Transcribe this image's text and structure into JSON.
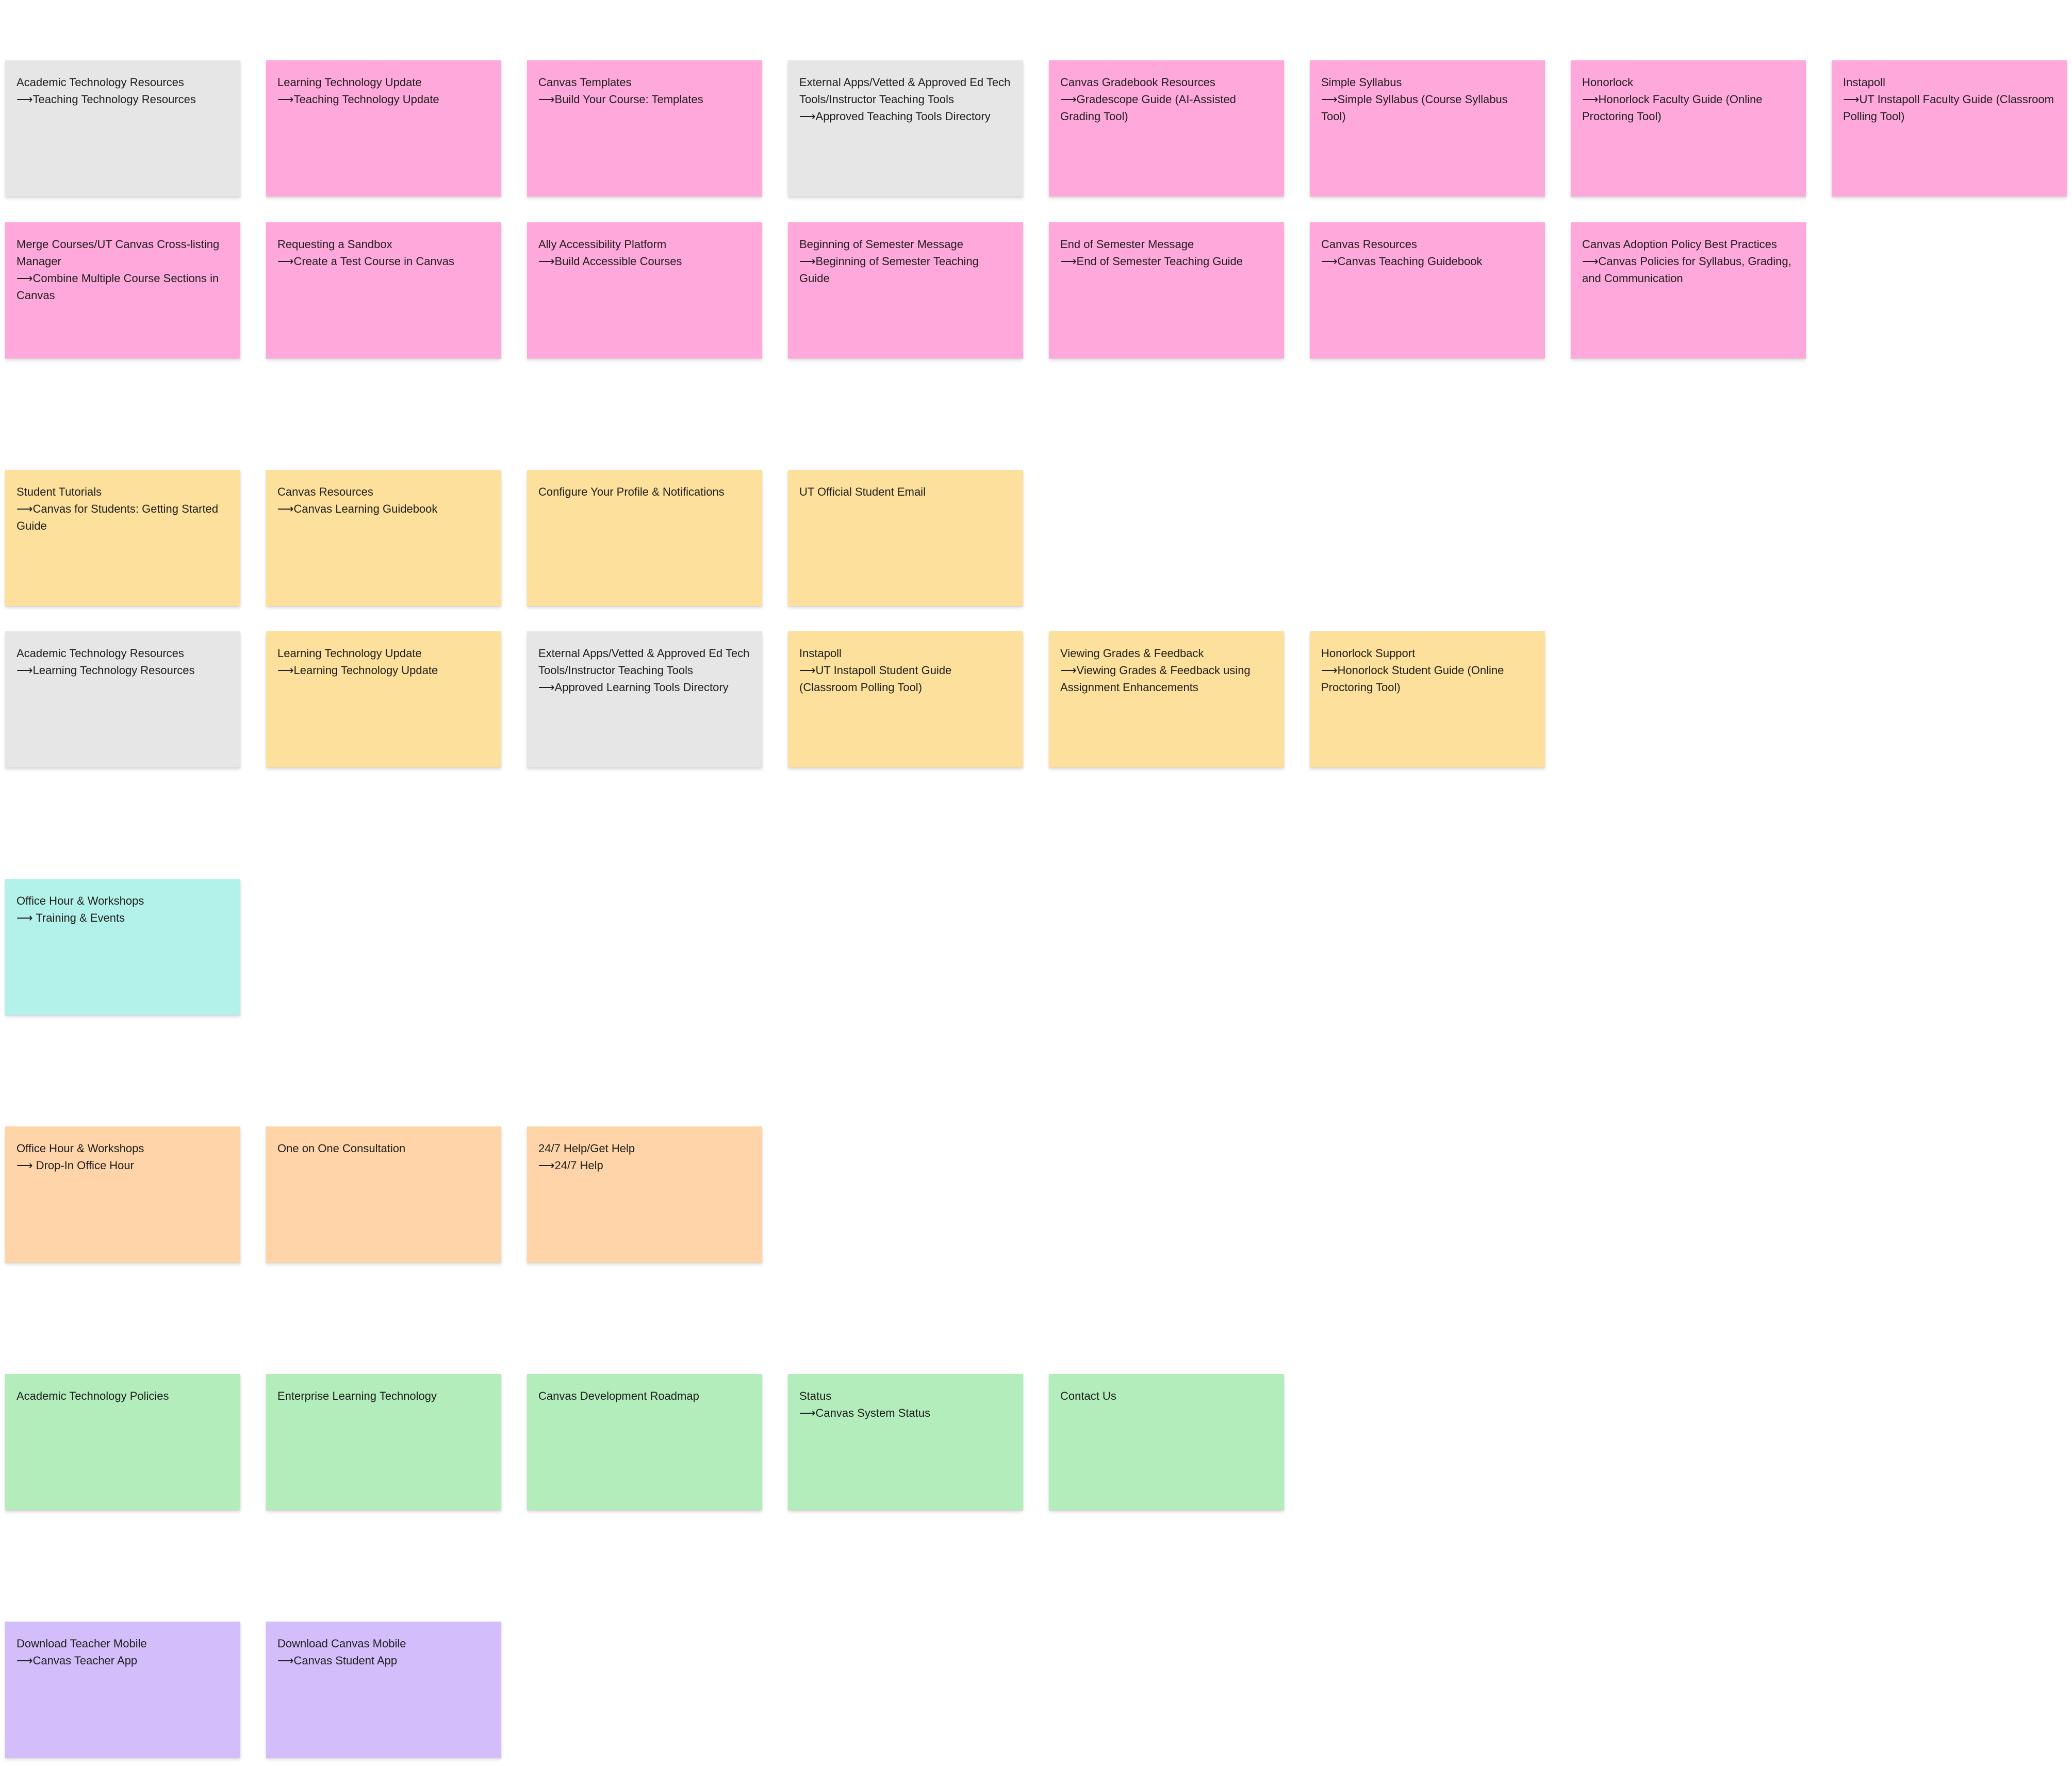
{
  "colors": {
    "gray": "#e6e6e6",
    "pink": "#ffa8db",
    "yellow": "#fde09b",
    "cyan": "#b3f2eb",
    "orange": "#fed4a8",
    "green": "#b3edbc",
    "purple": "#d3bdfa"
  },
  "faculty_row_1": [
    {
      "color": "gray",
      "title": "Academic Technology Resources",
      "link": "⟶Teaching Technology Resources"
    },
    {
      "color": "pink",
      "title": "Learning Technology Update",
      "link": "⟶Teaching Technology Update"
    },
    {
      "color": "pink",
      "title": "Canvas Templates",
      "link": "⟶Build Your Course: Templates"
    },
    {
      "color": "gray",
      "title": "External Apps/Vetted & Approved Ed Tech Tools/Instructor Teaching Tools",
      "link": "⟶Approved Teaching Tools Directory"
    },
    {
      "color": "pink",
      "title": "Canvas Gradebook Resources",
      "link": "⟶Gradescope Guide (AI-Assisted Grading Tool)"
    },
    {
      "color": "pink",
      "title": "Simple Syllabus",
      "link": "⟶Simple Syllabus (Course Syllabus Tool)"
    },
    {
      "color": "pink",
      "title": "Honorlock",
      "link": "⟶Honorlock Faculty Guide (Online Proctoring Tool)"
    },
    {
      "color": "pink",
      "title": "Instapoll",
      "link": "⟶UT Instapoll Faculty Guide (Classroom Polling Tool)"
    }
  ],
  "faculty_row_2": [
    {
      "color": "pink",
      "title": "Merge Courses/UT Canvas Cross-listing Manager",
      "link": "⟶Combine Multiple Course Sections in Canvas"
    },
    {
      "color": "pink",
      "title": "Requesting a Sandbox",
      "link": "⟶Create a Test Course in Canvas"
    },
    {
      "color": "pink",
      "title": "Ally Accessibility Platform",
      "link": "⟶Build Accessible Courses"
    },
    {
      "color": "pink",
      "title": "Beginning of Semester Message",
      "link": "⟶Beginning of Semester Teaching Guide"
    },
    {
      "color": "pink",
      "title": "End of Semester Message",
      "link": "⟶End of Semester Teaching Guide"
    },
    {
      "color": "pink",
      "title": "Canvas Resources",
      "link": "⟶Canvas Teaching Guidebook"
    },
    {
      "color": "pink",
      "title": "Canvas Adoption Policy Best Practices",
      "link": "⟶Canvas Policies for Syllabus, Grading, and Communication"
    }
  ],
  "student_row_1": [
    {
      "color": "yellow",
      "title": "Student Tutorials",
      "link": "⟶Canvas for Students: Getting Started Guide"
    },
    {
      "color": "yellow",
      "title": "Canvas Resources",
      "link": "⟶Canvas Learning Guidebook"
    },
    {
      "color": "yellow",
      "title": "Configure Your Profile & Notifications",
      "link": ""
    },
    {
      "color": "yellow",
      "title": "UT Official Student Email",
      "link": ""
    }
  ],
  "student_row_2": [
    {
      "color": "gray",
      "title": "Academic Technology Resources",
      "link": "⟶Learning Technology Resources"
    },
    {
      "color": "yellow",
      "title": "Learning Technology Update",
      "link": "⟶Learning Technology Update"
    },
    {
      "color": "gray",
      "title": "External Apps/Vetted & Approved Ed Tech Tools/Instructor Teaching Tools",
      "link": "⟶Approved Learning Tools Directory"
    },
    {
      "color": "yellow",
      "title": "Instapoll",
      "link": "⟶UT Instapoll Student Guide (Classroom Polling Tool)"
    },
    {
      "color": "yellow",
      "title": "Viewing Grades & Feedback",
      "link": "⟶Viewing Grades & Feedback using Assignment Enhancements"
    },
    {
      "color": "yellow",
      "title": "Honorlock Support",
      "link": "⟶Honorlock Student Guide (Online Proctoring Tool)"
    }
  ],
  "training_row": [
    {
      "color": "cyan",
      "title": "Office Hour & Workshops",
      "link": "⟶ Training & Events"
    }
  ],
  "support_row": [
    {
      "color": "orange",
      "title": "Office Hour & Workshops",
      "link": "⟶ Drop-In Office Hour"
    },
    {
      "color": "orange",
      "title": "One on One Consultation",
      "link": ""
    },
    {
      "color": "orange",
      "title": "24/7 Help/Get Help",
      "link": "⟶24/7 Help"
    }
  ],
  "about_row": [
    {
      "color": "green",
      "title": "Academic Technology Policies",
      "link": ""
    },
    {
      "color": "green",
      "title": "Enterprise Learning Technology",
      "link": ""
    },
    {
      "color": "green",
      "title": "Canvas Development Roadmap",
      "link": ""
    },
    {
      "color": "green",
      "title": "Status",
      "link": "⟶Canvas System Status"
    },
    {
      "color": "green",
      "title": "Contact Us",
      "link": ""
    }
  ],
  "mobile_row": [
    {
      "color": "purple",
      "title": "Download Teacher Mobile",
      "link": "⟶Canvas Teacher App"
    },
    {
      "color": "purple",
      "title": "Download Canvas Mobile",
      "link": "⟶Canvas Student App"
    }
  ]
}
